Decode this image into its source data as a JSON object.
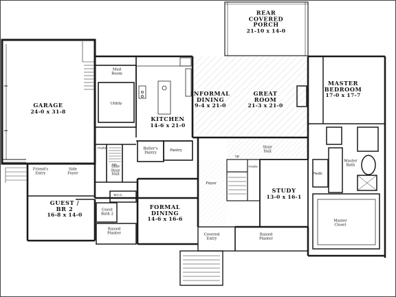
{
  "rooms": {
    "rear_porch": {
      "name_line1": "REAR",
      "name_line2": "COVERED",
      "name_line3": "PORCH",
      "dims": "21-10 x 14-0"
    },
    "garage": {
      "name": "GARAGE",
      "dims": "24-0 x 31-8"
    },
    "informal_dining": {
      "name_line1": "INFORMAL",
      "name_line2": "DINING",
      "dims": "9-4 x 21-0"
    },
    "great_room": {
      "name_line1": "GREAT",
      "name_line2": "ROOM",
      "dims": "21-3 x 21-0"
    },
    "master_bedroom": {
      "name_line1": "MASTER",
      "name_line2": "BEDROOM",
      "dims": "17-0 x 17-7"
    },
    "kitchen": {
      "name": "KITCHEN",
      "dims": "14-6 x 21-0"
    },
    "guest_br2": {
      "name_line1": "GUEST /",
      "name_line2": "BR 2",
      "dims": "16-8 x 14-0"
    },
    "formal_dining": {
      "name_line1": "FORMAL",
      "name_line2": "DINING",
      "dims": "14-6 x 16-6"
    },
    "study": {
      "name": "STUDY",
      "dims": "13-0 x 16-1"
    }
  },
  "small_labels": {
    "mud_room_1": "Mud",
    "mud_room_2": "Room",
    "utility": "Utility",
    "butlers_pantry_1": "Butler's",
    "butlers_pantry_2": "Pantry",
    "pantry": "Pantry",
    "coats_left": "coats",
    "coats_right": "coats",
    "stair_hall_right_1": "Stair",
    "stair_hall_right_2": "Hall",
    "friends_entry_1": "Friend's",
    "friends_entry_2": "Entry",
    "side_foyer_1": "Side",
    "side_foyer_2": "Foyer",
    "side_stair_hall_1": "Side",
    "side_stair_hall_2": "Stair",
    "side_stair_hall_3": "Hall",
    "foyer": "Foyer",
    "master_bath_1": "Master",
    "master_bath_2": "Bath",
    "pwdr": "Pwdr.",
    "master_closet_1": "Master",
    "master_closet_2": "Closet",
    "wic": "w.i.c.",
    "guest_bath_1": "Guest",
    "guest_bath_2": "Bath 2",
    "raised_planter_left_1": "Raised",
    "raised_planter_left_2": "Planter",
    "covered_entry_1": "Covered",
    "covered_entry_2": "Entry",
    "raised_planter_right_1": "Raised",
    "raised_planter_right_2": "Planter",
    "up_1": "up",
    "up_2": "up"
  },
  "colors": {
    "wall": "#1a1a1a",
    "hatch": "#bdbdbd",
    "background": "#ffffff"
  }
}
